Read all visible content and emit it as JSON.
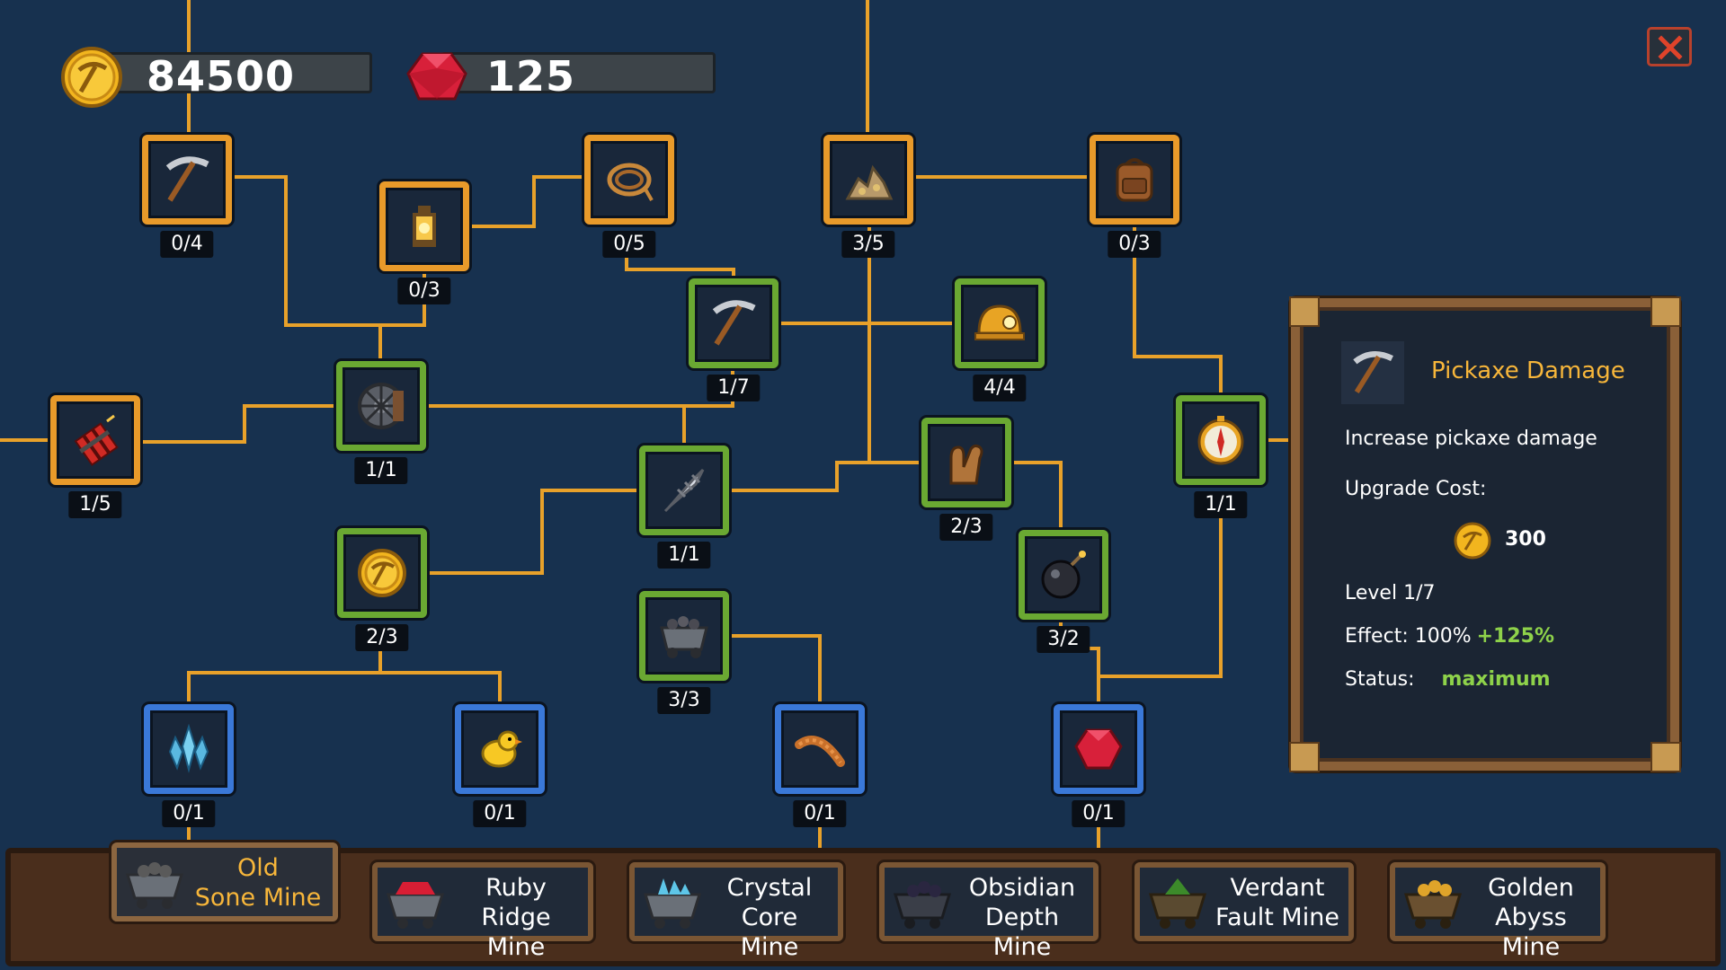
{
  "resources": {
    "gold": {
      "value": "84500",
      "icon": "gold-pickaxe-coin-icon",
      "color": "#f2b51e"
    },
    "gems": {
      "value": "125",
      "icon": "ruby-gem-icon",
      "color": "#d8203a"
    }
  },
  "nodes": [
    {
      "id": "pickaxe-top",
      "icon": "pickaxe-icon",
      "tier": "orange",
      "count": "0/4"
    },
    {
      "id": "lantern",
      "icon": "lantern-icon",
      "tier": "orange",
      "count": "0/3"
    },
    {
      "id": "rope",
      "icon": "rope-icon",
      "tier": "orange",
      "count": "0/5"
    },
    {
      "id": "ore-pile",
      "icon": "ore-pile-icon",
      "tier": "orange",
      "count": "3/5"
    },
    {
      "id": "backpack",
      "icon": "backpack-icon",
      "tier": "orange",
      "count": "0/3"
    },
    {
      "id": "pickaxe-damage",
      "icon": "pickaxe-icon",
      "tier": "green",
      "count": "1/7"
    },
    {
      "id": "helmet",
      "icon": "mining-helmet-icon",
      "tier": "green",
      "count": "4/4"
    },
    {
      "id": "dynamite",
      "icon": "dynamite-icon",
      "tier": "orange",
      "count": "1/5"
    },
    {
      "id": "wheel",
      "icon": "cart-wheel-icon",
      "tier": "green",
      "count": "1/1"
    },
    {
      "id": "drill",
      "icon": "drill-bit-icon",
      "tier": "green",
      "count": "1/1"
    },
    {
      "id": "gloves",
      "icon": "gloves-icon",
      "tier": "green",
      "count": "2/3"
    },
    {
      "id": "compass",
      "icon": "compass-icon",
      "tier": "green",
      "count": "1/1"
    },
    {
      "id": "gold-coin",
      "icon": "gold-coin-icon",
      "tier": "green",
      "count": "2/3"
    },
    {
      "id": "bomb",
      "icon": "bomb-icon",
      "tier": "green",
      "count": "3/2"
    },
    {
      "id": "minecart",
      "icon": "minecart-icon",
      "tier": "green",
      "count": "3/3"
    },
    {
      "id": "crystal",
      "icon": "crystal-icon",
      "tier": "blue",
      "count": "0/1"
    },
    {
      "id": "canary",
      "icon": "canary-icon",
      "tier": "blue",
      "count": "0/1"
    },
    {
      "id": "worm",
      "icon": "worm-icon",
      "tier": "blue",
      "count": "0/1"
    },
    {
      "id": "ruby",
      "icon": "ruby-icon",
      "tier": "blue",
      "count": "0/1"
    }
  ],
  "info_panel": {
    "icon": "pickaxe-icon",
    "title": "Pickaxe Damage",
    "description": "Increase pickaxe damage",
    "cost_label": "Upgrade Cost:",
    "cost_value": "300",
    "level": "Level 1/7",
    "effect_label": "Effect: 100%",
    "effect_bonus": "+125%",
    "status_label": "Status:",
    "status_value": "maximum"
  },
  "close_button": {
    "icon": "close-x-icon"
  },
  "mines": [
    {
      "line1": "Old",
      "line2": "Sone Mine",
      "ore_color": "#5a5a5a",
      "active": true
    },
    {
      "line1": "Ruby Ridge",
      "line2": "Mine",
      "ore_color": "#d81e34",
      "active": false
    },
    {
      "line1": "Crystal Core",
      "line2": "Mine",
      "ore_color": "#5ec6e8",
      "active": false
    },
    {
      "line1": "Obsidian",
      "line2": "Depth Mine",
      "ore_color": "#2a2640",
      "active": false
    },
    {
      "line1": "Verdant",
      "line2": "Fault Mine",
      "ore_color": "#3c8a2a",
      "active": false
    },
    {
      "line1": "Golden",
      "line2": "Abyss Mine",
      "ore_color": "#e0a42a",
      "active": false
    }
  ],
  "colors": {
    "background": "#17314f",
    "line": "#e8a12a",
    "accent_text": "#f7b63a",
    "positive": "#8ed24a"
  }
}
